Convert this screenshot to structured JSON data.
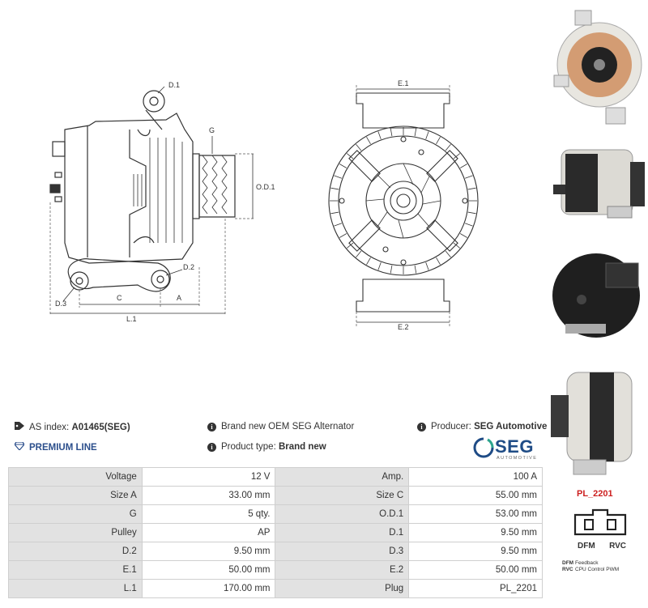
{
  "drawing": {
    "labels": {
      "d1": "D.1",
      "g": "G",
      "od1": "O.D.1",
      "d2": "D.2",
      "d3": "D.3",
      "c": "C",
      "a": "A",
      "l1": "L.1",
      "e1": "E.1",
      "e2": "E.2"
    }
  },
  "info": {
    "as_index_label": "AS index:",
    "as_index_value": "A01465(SEG)",
    "premium_label": "PREMIUM LINE",
    "description": "Brand new OEM SEG Alternator",
    "product_type_label": "Product type:",
    "product_type_value": "Brand new",
    "producer_label": "Producer:",
    "producer_value": "SEG Automotive"
  },
  "logo": {
    "name": "SEG",
    "sub": "AUTOMOTIVE",
    "color": "#1f4c86"
  },
  "specs": [
    {
      "l1": "Voltage",
      "v1": "12 V",
      "l2": "Amp.",
      "v2": "100 A"
    },
    {
      "l1": "Size A",
      "v1": "33.00 mm",
      "l2": "Size C",
      "v2": "55.00 mm"
    },
    {
      "l1": "G",
      "v1": "5 qty.",
      "l2": "O.D.1",
      "v2": "53.00 mm"
    },
    {
      "l1": "Pulley",
      "v1": "AP",
      "l2": "D.1",
      "v2": "9.50 mm"
    },
    {
      "l1": "D.2",
      "v1": "9.50 mm",
      "l2": "D.3",
      "v2": "9.50 mm"
    },
    {
      "l1": "E.1",
      "v1": "50.00 mm",
      "l2": "E.2",
      "v2": "50.00 mm"
    },
    {
      "l1": "L.1",
      "v1": "170.00 mm",
      "l2": "Plug",
      "v2": "PL_2201"
    }
  ],
  "plug": {
    "code": "PL_2201",
    "pin1": "DFM",
    "pin2": "RVC",
    "legend": [
      {
        "code": "DFM",
        "desc": "Feedback"
      },
      {
        "code": "RVC",
        "desc": "CPU Control PWM"
      }
    ]
  }
}
